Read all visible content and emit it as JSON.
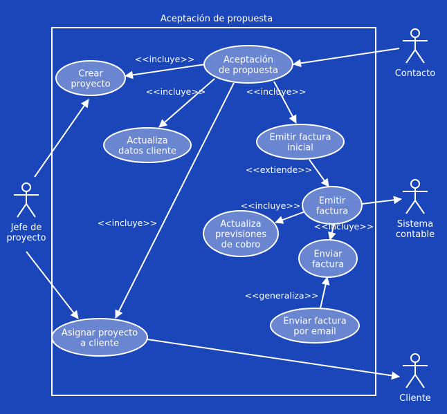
{
  "diagram": {
    "type": "uml-use-case",
    "title": "Aceptación de propuesta",
    "colors": {
      "background": "#1b46b9",
      "use_case_fill": "#6a86d0",
      "stroke": "#ffffff",
      "text": "#ffffff"
    },
    "actors": [
      {
        "id": "contacto",
        "lines": [
          "Contacto"
        ]
      },
      {
        "id": "jefe",
        "lines": [
          "Jefe de",
          "proyecto"
        ]
      },
      {
        "id": "sistema",
        "lines": [
          "Sistema",
          "contable"
        ]
      },
      {
        "id": "cliente",
        "lines": [
          "Cliente"
        ]
      }
    ],
    "use_cases": [
      {
        "id": "aceptacion",
        "lines": [
          "Aceptación",
          "de propuesta"
        ]
      },
      {
        "id": "crear",
        "lines": [
          "Crear",
          "proyecto"
        ]
      },
      {
        "id": "actualiza_datos",
        "lines": [
          "Actualiza",
          "datos cliente"
        ]
      },
      {
        "id": "emitir_inicial",
        "lines": [
          "Emitir factura",
          "inicial"
        ]
      },
      {
        "id": "emitir",
        "lines": [
          "Emitir",
          "factura"
        ]
      },
      {
        "id": "previsiones",
        "lines": [
          "Actualiza",
          "previsiones",
          "de cobro"
        ]
      },
      {
        "id": "enviar",
        "lines": [
          "Enviar",
          "factura"
        ]
      },
      {
        "id": "enviar_email",
        "lines": [
          "Enviar factura",
          "por email"
        ]
      },
      {
        "id": "asignar",
        "lines": [
          "Asignar proyecto",
          "a cliente"
        ]
      }
    ],
    "relations": [
      {
        "from": "contacto",
        "to": "aceptacion",
        "label": ""
      },
      {
        "from": "aceptacion",
        "to": "crear",
        "label": "<<incluye>>"
      },
      {
        "from": "aceptacion",
        "to": "actualiza_datos",
        "label": "<<incluye>>"
      },
      {
        "from": "aceptacion",
        "to": "emitir_inicial",
        "label": "<<incluye>>"
      },
      {
        "from": "aceptacion",
        "to": "asignar",
        "label": "<<incluye>>"
      },
      {
        "from": "jefe",
        "to": "crear",
        "label": ""
      },
      {
        "from": "jefe",
        "to": "asignar",
        "label": ""
      },
      {
        "from": "emitir_inicial",
        "to": "emitir",
        "label": "<<extiende>>"
      },
      {
        "from": "emitir",
        "to": "previsiones",
        "label": "<<incluye>>"
      },
      {
        "from": "emitir",
        "to": "enviar",
        "label": "<<incluye>>"
      },
      {
        "from": "emitir",
        "to": "sistema",
        "label": ""
      },
      {
        "from": "enviar_email",
        "to": "enviar",
        "label": "<<generaliza>>"
      },
      {
        "from": "asignar",
        "to": "cliente",
        "label": ""
      }
    ]
  }
}
